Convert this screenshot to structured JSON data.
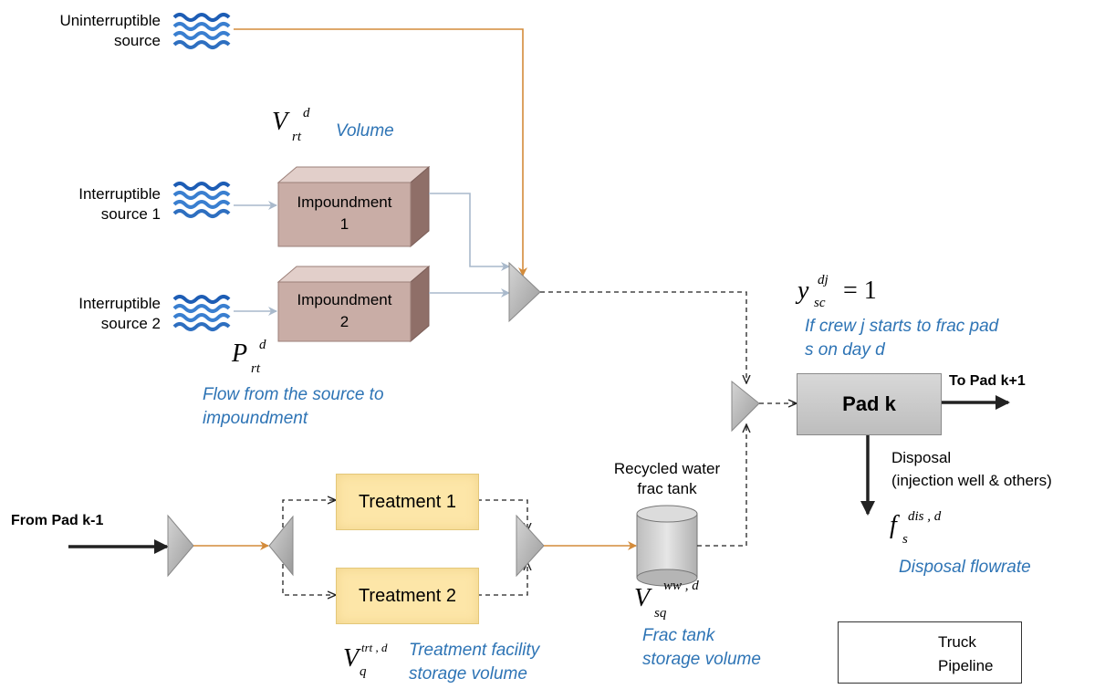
{
  "sources": {
    "uninterruptible": "Uninterruptible\nsource",
    "interruptible_1": "Interruptible\nsource 1",
    "interruptible_2": "Interruptible\nsource 2"
  },
  "impoundments": [
    "Impoundment\n1",
    "Impoundment\n2"
  ],
  "treatments": [
    "Treatment 1",
    "Treatment 2"
  ],
  "pad": {
    "label": "Pad k",
    "to_next": "To Pad k+1",
    "from_prev": "From Pad k-1"
  },
  "frac_tank_label": "Recycled water\nfrac tank",
  "disposal_label": "Disposal\n(injection well & others)",
  "math": {
    "V_rt": {
      "main": "V",
      "sup": "d",
      "sub": "rt"
    },
    "P_rt": {
      "main": "P",
      "sup": "d",
      "sub": "rt"
    },
    "y_sc": {
      "main": "y",
      "sup": "dj",
      "sub": "sc",
      "rhs": "= 1"
    },
    "f_s": {
      "main": "f",
      "sup": "dis , d",
      "sub": "s"
    },
    "V_sq": {
      "main": "V",
      "sup": "ww , d",
      "sub": "sq"
    },
    "V_q": {
      "main": "V",
      "sup": "trt , d",
      "sub": "q"
    }
  },
  "descriptions": {
    "volume": "Volume",
    "flow": "Flow from the source to\nimpoundment",
    "crew": "If crew j starts to frac pad\ns on day d",
    "disposal_flowrate": "Disposal flowrate",
    "frac_storage": "Frac tank\nstorage volume",
    "treatment_storage": "Treatment facility\nstorage volume"
  },
  "legend": {
    "truck": "Truck",
    "pipeline": "Pipeline"
  },
  "colors": {
    "truck": "#d38b3a",
    "pipeline": "#a9b9cb",
    "description_text": "#2e74b5",
    "water": "#3a7fd0",
    "impoundment": "#c9ada6",
    "treatment": "#fde6a8",
    "pad": "#c8c8c8"
  }
}
